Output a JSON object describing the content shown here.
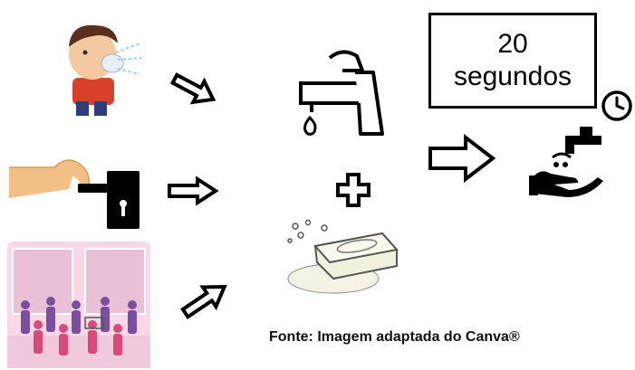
{
  "timer": {
    "line1": "20",
    "line2": "segundos"
  },
  "caption": {
    "text": "Fonte: Imagem adaptada do Canva®"
  },
  "icons": [
    "sneezing-person-icon",
    "door-handle-hand-icon",
    "shopping-crowd-icon",
    "water-tap-icon",
    "soap-bar-icon",
    "plus-icon",
    "washing-hands-icon",
    "clock-icon"
  ],
  "colors": {
    "stroke": "#000000",
    "skin": "#f2c084",
    "crowd_bg": "#f6d8e6"
  }
}
